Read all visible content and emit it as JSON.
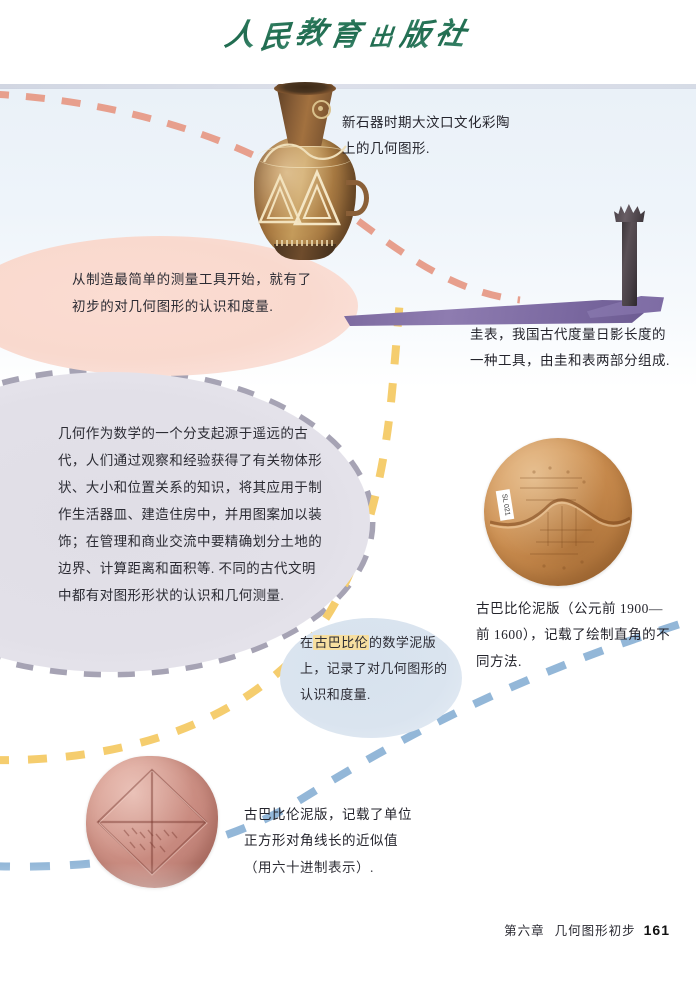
{
  "publisher_logo": "人民教育出版社",
  "captions": {
    "pottery": "新石器时期大汶口文化彩陶上的几何图形.",
    "gnomon": "圭表，我国古代度量日影长度的一种工具，由圭和表两部分组成.",
    "round_tablet": "古巴比伦泥版（公元前 1900—前 1600），记载了绘制直角的不同方法.",
    "square_tablet": "古巴比伦泥版，记载了单位正方形对角线长的近似值（用六十进制表示）."
  },
  "bubbles": {
    "pink": "从制造最简单的测量工具开始，就有了初步的对几何图形的认识和度量.",
    "purple": "几何作为数学的一个分支起源于遥远的古代，人们通过观察和经验获得了有关物体形状、大小和位置关系的知识，将其应用于制作生活器皿、建造住房中，并用图案加以装饰；在管理和商业交流中要精确划分土地的边界、计算距离和面积等. 不同的古代文明中都有对图形形状的认识和几何测量.",
    "blue_prefix": "在",
    "blue_highlight": "古巴比伦",
    "blue_suffix": "的数学泥版上，记录了对几何图形的认识和度量."
  },
  "footer": {
    "chapter": "第六章",
    "section": "几何图形初步",
    "page_number": "161"
  },
  "tablet_labels": {
    "round_museum_tag": "SL 021"
  },
  "colors": {
    "logo_green": "#2f7f62",
    "pink_bubble": "#f9d9ce",
    "purple_bubble": "#e2e0e8",
    "blue_bubble": "#dae4ef",
    "dash_coral": "#e79f8d",
    "dash_yellow": "#f5cd6e",
    "dash_gray": "#a6a3b4",
    "dash_blue": "#93b7d8",
    "highlight_yellow": "#f7dfa0",
    "page_bg_top": "#eaf1f8"
  }
}
